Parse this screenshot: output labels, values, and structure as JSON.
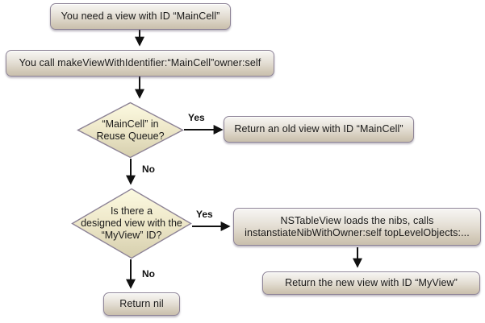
{
  "diagram": {
    "title": "NSTableView view reuse flowchart",
    "background": "#ffffff",
    "palette": {
      "box_fill_top": "#f7f6f3",
      "box_fill_bottom": "#c9bfad",
      "box_border": "#8d8396",
      "diamond_fill_top": "#fbf8dd",
      "diamond_fill_bottom": "#d9d2b2",
      "diamond_border": "#8d8396",
      "connector": "#1a1a1a",
      "text": "#1a1a1a"
    }
  },
  "nodes": {
    "start": {
      "label": "You need a view with ID “MainCell”",
      "type": "process"
    },
    "call": {
      "label": "You call makeViewWithIdentifier:“MainCell”owner:self",
      "type": "process"
    },
    "reuse_decision": {
      "label": "“MainCell” in\nReuse Queue?",
      "type": "decision"
    },
    "return_old": {
      "label": "Return an old view with ID “MainCell”",
      "type": "process"
    },
    "designed_decision": {
      "label": "Is there a\ndesigned view with the\n“MyView” ID?",
      "type": "decision"
    },
    "load_nibs": {
      "label": "NSTableView loads the nibs, calls\ninstanstiateNibWithOwner:self topLevelObjects:...",
      "type": "process"
    },
    "return_new": {
      "label": "Return the new view with ID “MyView”",
      "type": "process"
    },
    "return_nil": {
      "label": "Return nil",
      "type": "process"
    }
  },
  "edge_labels": {
    "reuse_yes": "Yes",
    "reuse_no": "No",
    "designed_yes": "Yes",
    "designed_no": "No"
  }
}
